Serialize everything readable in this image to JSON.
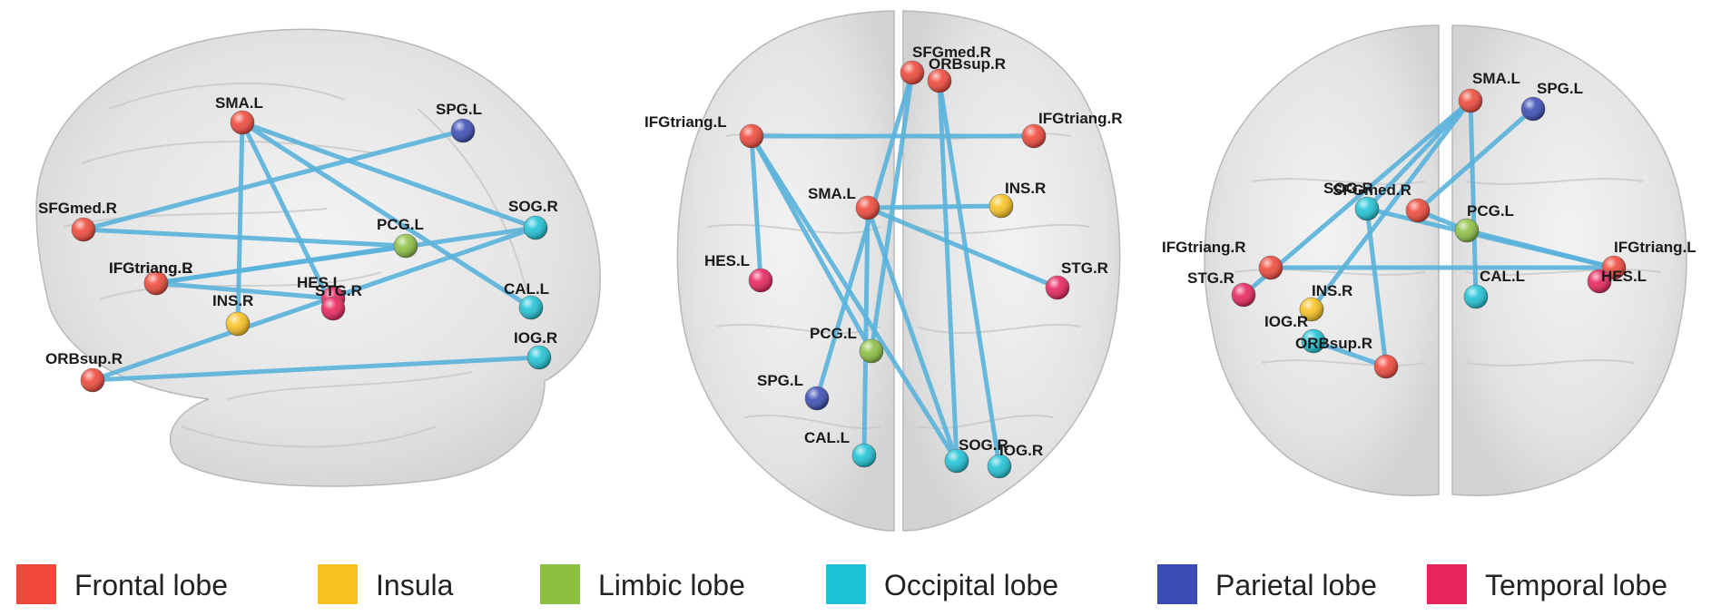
{
  "legend": [
    {
      "key": "frontal",
      "label": "Frontal lobe",
      "color": "#f0483a"
    },
    {
      "key": "insula",
      "label": "Insula",
      "color": "#f8c21f"
    },
    {
      "key": "limbic",
      "label": "Limbic lobe",
      "color": "#8cc043"
    },
    {
      "key": "occipital",
      "label": "Occipital lobe",
      "color": "#1fc3d6"
    },
    {
      "key": "parietal",
      "label": "Parietal lobe",
      "color": "#3a4db5"
    },
    {
      "key": "temporal",
      "label": "Temporal lobe",
      "color": "#e8245c"
    }
  ],
  "edge_color": "#5ab3dc",
  "views": [
    {
      "key": "sagittal",
      "nodes": [
        {
          "id": "SMA.L",
          "label": "SMA.L",
          "lobe": "frontal"
        },
        {
          "id": "SPG.L",
          "label": "SPG.L",
          "lobe": "parietal"
        },
        {
          "id": "SFGmed.R",
          "label": "SFGmed.R",
          "lobe": "frontal"
        },
        {
          "id": "SOG.R",
          "label": "SOG.R",
          "lobe": "occipital"
        },
        {
          "id": "PCG.L",
          "label": "PCG.L",
          "lobe": "limbic"
        },
        {
          "id": "IFGtriang.R",
          "label": "IFGtriang.R",
          "lobe": "frontal"
        },
        {
          "id": "IFGtriang.L",
          "label": "IFGtriang.L",
          "lobe": "frontal"
        },
        {
          "id": "HES.L",
          "label": "HES.L",
          "lobe": "temporal"
        },
        {
          "id": "STG.R",
          "label": "STG.R",
          "lobe": "temporal"
        },
        {
          "id": "INS.R",
          "label": "INS.R",
          "lobe": "insula"
        },
        {
          "id": "CAL.L",
          "label": "CAL.L",
          "lobe": "occipital"
        },
        {
          "id": "IOG.R",
          "label": "IOG.R",
          "lobe": "occipital"
        },
        {
          "id": "ORBsup.R",
          "label": "ORBsup.R",
          "lobe": "frontal"
        }
      ]
    },
    {
      "key": "axial",
      "nodes": [
        {
          "id": "SFGmed.R",
          "label": "SFGmed.R",
          "lobe": "frontal"
        },
        {
          "id": "ORBsup.R",
          "label": "ORBsup.R",
          "lobe": "frontal"
        },
        {
          "id": "IFGtriang.L",
          "label": "IFGtriang.L",
          "lobe": "frontal"
        },
        {
          "id": "IFGtriang.R",
          "label": "IFGtriang.R",
          "lobe": "frontal"
        },
        {
          "id": "SMA.L",
          "label": "SMA.L",
          "lobe": "frontal"
        },
        {
          "id": "INS.R",
          "label": "INS.R",
          "lobe": "insula"
        },
        {
          "id": "HES.L",
          "label": "HES.L",
          "lobe": "temporal"
        },
        {
          "id": "STG.R",
          "label": "STG.R",
          "lobe": "temporal"
        },
        {
          "id": "PCG.L",
          "label": "PCG.L",
          "lobe": "limbic"
        },
        {
          "id": "SPG.L",
          "label": "SPG.L",
          "lobe": "parietal"
        },
        {
          "id": "CAL.L",
          "label": "CAL.L",
          "lobe": "occipital"
        },
        {
          "id": "SOG.R",
          "label": "SOG.R",
          "lobe": "occipital"
        },
        {
          "id": "IOG.R",
          "label": "IOG.R",
          "lobe": "occipital"
        }
      ]
    },
    {
      "key": "coronal",
      "nodes": [
        {
          "id": "SMA.L",
          "label": "SMA.L",
          "lobe": "frontal"
        },
        {
          "id": "SPG.L",
          "label": "SPG.L",
          "lobe": "parietal"
        },
        {
          "id": "SOG.R",
          "label": "SOG.R",
          "lobe": "occipital"
        },
        {
          "id": "SFGmed.R",
          "label": "SFGmed.R",
          "lobe": "frontal"
        },
        {
          "id": "PCG.L",
          "label": "PCG.L",
          "lobe": "limbic"
        },
        {
          "id": "IFGtriang.R",
          "label": "IFGtriang.R",
          "lobe": "frontal"
        },
        {
          "id": "IFGtriang.L",
          "label": "IFGtriang.L",
          "lobe": "frontal"
        },
        {
          "id": "STG.R",
          "label": "STG.R",
          "lobe": "temporal"
        },
        {
          "id": "HES.L",
          "label": "HES.L",
          "lobe": "temporal"
        },
        {
          "id": "CAL.L",
          "label": "CAL.L",
          "lobe": "occipital"
        },
        {
          "id": "INS.R",
          "label": "INS.R",
          "lobe": "insula"
        },
        {
          "id": "IOG.R",
          "label": "IOG.R",
          "lobe": "occipital"
        },
        {
          "id": "ORBsup.R",
          "label": "ORBsup.R",
          "lobe": "frontal"
        }
      ]
    }
  ],
  "edges": [
    [
      "SMA.L",
      "CAL.L"
    ],
    [
      "SMA.L",
      "INS.R"
    ],
    [
      "SMA.L",
      "STG.R"
    ],
    [
      "SMA.L",
      "SOG.R"
    ],
    [
      "SFGmed.R",
      "SPG.L"
    ],
    [
      "SFGmed.R",
      "PCG.L"
    ],
    [
      "IFGtriang.L",
      "IFGtriang.R"
    ],
    [
      "IFGtriang.L",
      "HES.L"
    ],
    [
      "IFGtriang.L",
      "PCG.L"
    ],
    [
      "IFGtriang.L",
      "SOG.R"
    ],
    [
      "ORBsup.R",
      "IOG.R"
    ],
    [
      "ORBsup.R",
      "SOG.R"
    ]
  ]
}
